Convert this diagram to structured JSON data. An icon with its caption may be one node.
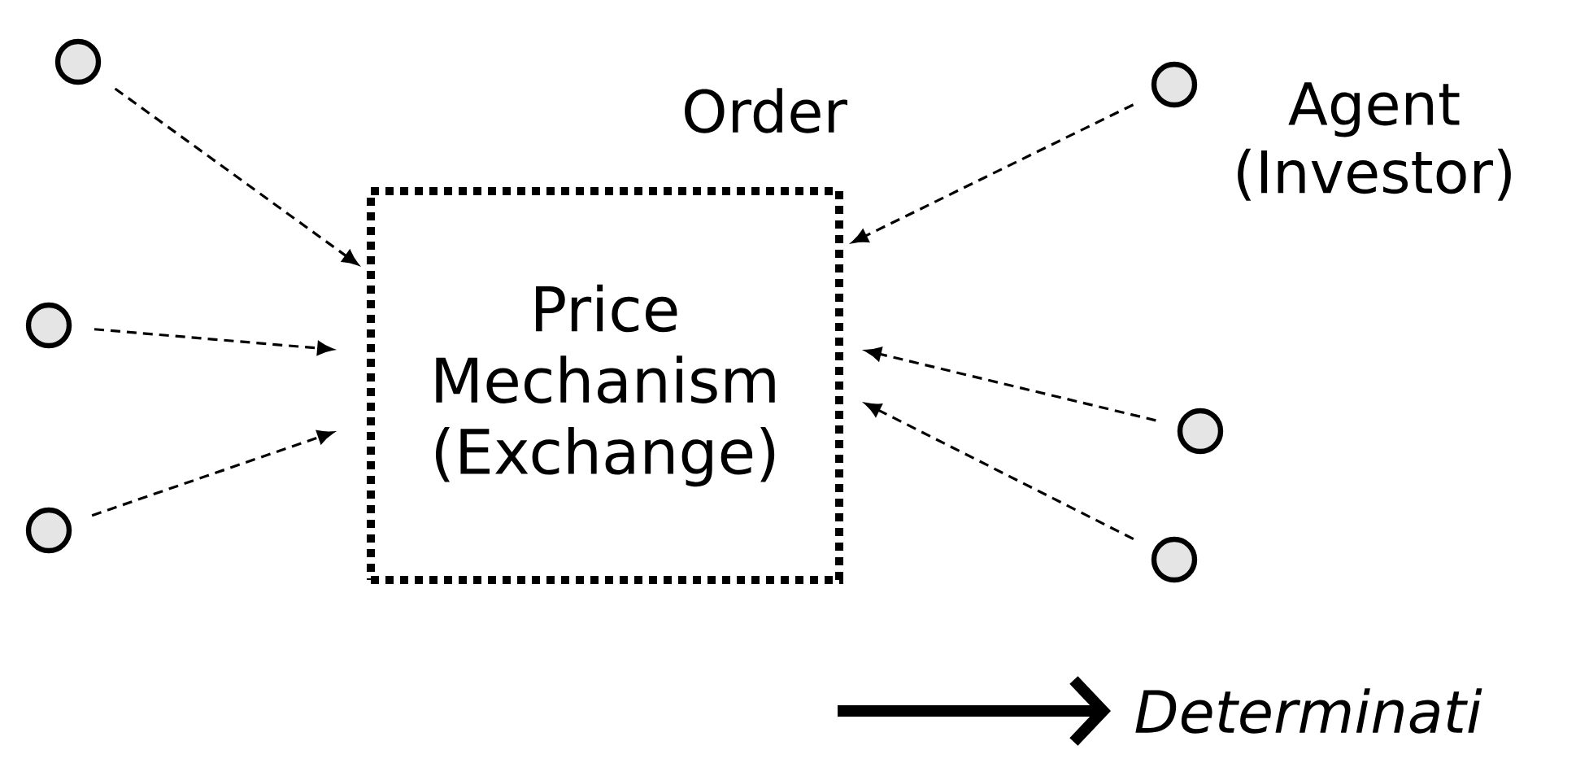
{
  "diagram": {
    "nodes": [
      {
        "text": [
          "Price Mechanism (Exchange)"
        ]
      },
      {
        "text": [],
        "shape": "circle"
      },
      {
        "text": [],
        "shape": "circle"
      },
      {
        "text": [],
        "shape": "circle"
      },
      {
        "text": [],
        "shape": "circle",
        "beside": [
          "Agent (Investor)"
        ]
      },
      {
        "text": [],
        "shape": "circle"
      },
      {
        "text": [],
        "shape": "circle"
      },
      {
        "text": [
          "Determinati"
        ]
      }
    ],
    "edges": [
      {
        "from": 1,
        "to": 0,
        "arrow": "to",
        "style": "dashed"
      },
      {
        "from": 2,
        "to": 0,
        "arrow": "to",
        "style": "dashed"
      },
      {
        "from": 3,
        "to": 0,
        "arrow": "to",
        "style": "dashed"
      },
      {
        "from": 4,
        "to": 0,
        "arrow": "to",
        "style": "dashed"
      },
      {
        "from": 5,
        "to": 0,
        "arrow": "to",
        "style": "dashed"
      },
      {
        "from": 6,
        "to": 0,
        "arrow": "to",
        "style": "dashed"
      },
      {
        "from": null,
        "to": 7,
        "arrow": "to",
        "style": "thick"
      }
    ],
    "labels": [
      "Order"
    ]
  }
}
